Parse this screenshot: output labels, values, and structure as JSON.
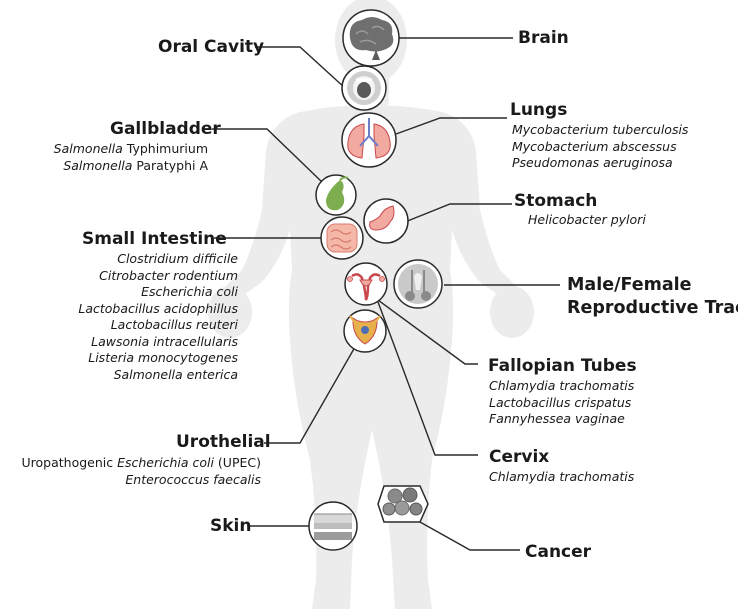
{
  "sites": {
    "brain": {
      "title": "Brain",
      "icon": "brain-icon"
    },
    "oral_cavity": {
      "title": "Oral Cavity",
      "icon": "mouth-icon"
    },
    "lungs": {
      "title": "Lungs",
      "icon": "lungs-icon",
      "species": [
        "Mycobacterium tuberculosis",
        "Mycobacterium abscessus",
        "Pseudomonas aeruginosa"
      ]
    },
    "gallbladder": {
      "title": "Gallbladder",
      "icon": "gallbladder-icon",
      "species": [
        {
          "italic": "Salmonella",
          "plain": " Typhimurium"
        },
        {
          "italic": "Salmonella",
          "plain": " Paratyphi A"
        }
      ]
    },
    "stomach": {
      "title": "Stomach",
      "icon": "stomach-icon",
      "species": [
        "Helicobacter pylori"
      ]
    },
    "small_intestine": {
      "title": "Small Intestine",
      "icon": "intestine-icon",
      "species": [
        "Clostridium difficile",
        "Citrobacter rodentium",
        "Escherichia coli",
        "Lactobacillus acidophillus",
        "Lactobacillus reuteri",
        "Lawsonia intracellularis",
        "Listeria monocytogenes",
        "Salmonella enterica"
      ]
    },
    "reproductive": {
      "title_line1": "Male/Female",
      "title_line2": "Reproductive Tract",
      "icons": [
        "uterus-icon",
        "male-reproductive-icon"
      ]
    },
    "fallopian": {
      "title": "Fallopian Tubes",
      "species": [
        "Chlamydia trachomatis",
        "Lactobacillus crispatus",
        "Fannyhessea vaginae"
      ]
    },
    "urothelial": {
      "title": "Urothelial",
      "icon": "bladder-icon",
      "line1": {
        "pre": "Uropathogenic ",
        "italic": "Escherichia coli",
        "post": " (UPEC)"
      },
      "line2": "Enterococcus faecalis"
    },
    "cervix": {
      "title": "Cervix",
      "species": [
        "Chlamydia trachomatis"
      ]
    },
    "skin": {
      "title": "Skin",
      "icon": "skin-icon"
    },
    "cancer": {
      "title": "Cancer",
      "icon": "cancer-cells-icon"
    }
  },
  "colors": {
    "body_silhouette": "#ececec",
    "circle_stroke": "#2a2a2a",
    "leader_line": "#2a2a2a",
    "organ_red": "#c8484e",
    "organ_pink": "#f2a9a0",
    "gallbladder_green": "#7cae4f",
    "grey_icon": "#8a8a8a"
  }
}
